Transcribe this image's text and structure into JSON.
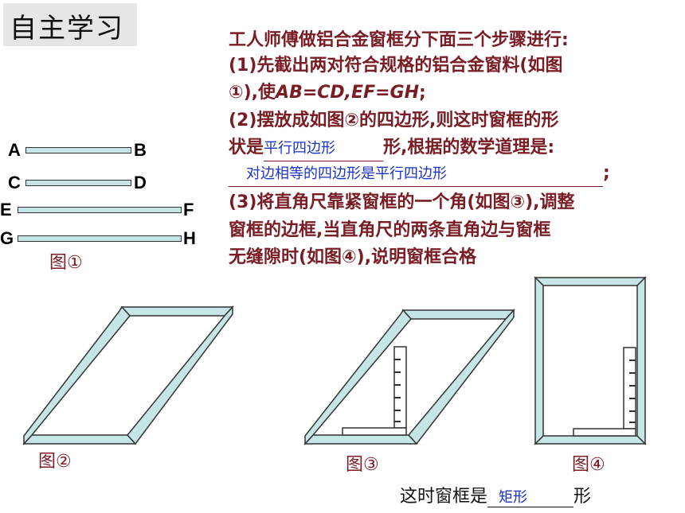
{
  "title": "自主学习",
  "intro": "工人师傅做铝合金窗框分下面三个步骤进行:",
  "step1": {
    "line1": "(1)先截出两对符合规格的铝合金窗料(如图",
    "line2_prefix": "①),使",
    "eq": "AB=CD,EF=GH",
    "line2_suffix": ";"
  },
  "step2": {
    "line1": "(2)摆放成如图②的四边形,则这时窗框的形",
    "line2_prefix": "状是",
    "answer_shape": "平行四边形",
    "line2_suffix": "形,根据的数学道理是:",
    "answer_reason": "对边相等的四边形是平行四边形",
    "line3_suffix": ";"
  },
  "step3": {
    "line1": "(3)将直角尺靠紧窗框的一个角(如图③),调整",
    "line2": "窗框的边框,当直角尺的两条直角边与窗框",
    "line3": "无缝隙时(如图④),说明窗框合格"
  },
  "points": [
    "A",
    "B",
    "C",
    "D",
    "E",
    "F",
    "G",
    "H"
  ],
  "captions": {
    "fig1": "图①",
    "fig2": "图②",
    "fig3": "图③",
    "fig4": "图④"
  },
  "conclusion": {
    "prefix": "这时窗框是",
    "answer": "矩形",
    "suffix": "形"
  },
  "colors": {
    "frame_fill": "#c5e5e6",
    "stroke": "#333333",
    "text_red": "#7a1c24",
    "answer_blue": "#1a33c8"
  }
}
